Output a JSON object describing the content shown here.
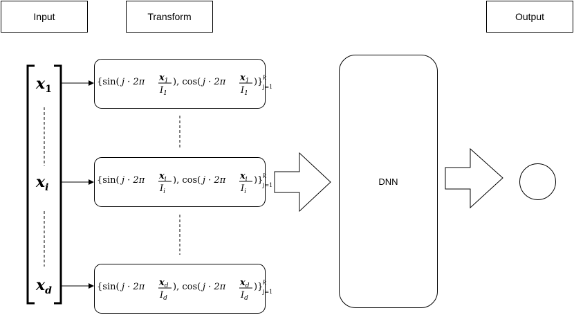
{
  "headers": {
    "input": "Input",
    "transform": "Transform",
    "output": "Output"
  },
  "vector": {
    "entries": [
      {
        "base": "x",
        "sub": "1"
      },
      {
        "base": "x",
        "sub": "i"
      },
      {
        "base": "x",
        "sub": "d"
      }
    ]
  },
  "transforms": [
    {
      "idx": "1",
      "k": "k",
      "range": "j=1"
    },
    {
      "idx": "i",
      "k": "k",
      "range": "j=1"
    },
    {
      "idx": "d",
      "k": "k",
      "range": "j=1"
    }
  ],
  "formula": {
    "open": "{sin(",
    "j_dot": "j · 2π",
    "mid": "), cos(",
    "close": ")}",
    "x": "x",
    "I": "I"
  },
  "model": {
    "label": "DNN"
  }
}
